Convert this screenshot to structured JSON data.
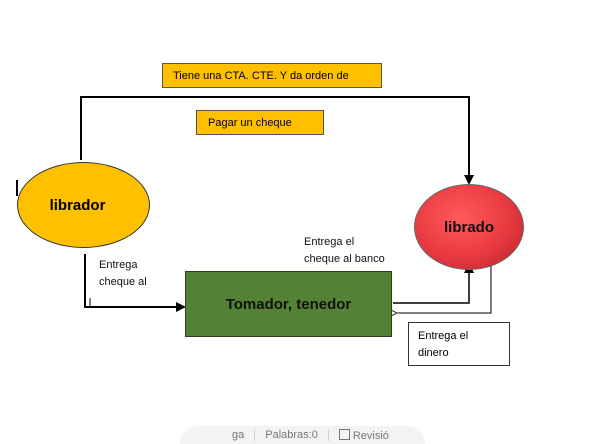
{
  "notes": {
    "order": "Tiene una CTA. CTE. Y da orden de",
    "pay": "Pagar un cheque",
    "deliver_check_bank_1": "Entrega el",
    "deliver_check_bank_2": "cheque al banco",
    "deliver_check_1": "Entrega",
    "deliver_check_2": "cheque al",
    "deliver_money_1": "Entrega el",
    "deliver_money_2": "dinero"
  },
  "nodes": {
    "librador": "librador",
    "librado": "librado",
    "tomador": "Tomador, tenedor"
  },
  "statusbar": {
    "left_fragment": "ga",
    "words": "Palabras:0",
    "review": "Revisió"
  },
  "colors": {
    "librador": "#FFC000",
    "librado": "#F0404A",
    "tomador": "#548235",
    "label_box": "#FFC000"
  }
}
